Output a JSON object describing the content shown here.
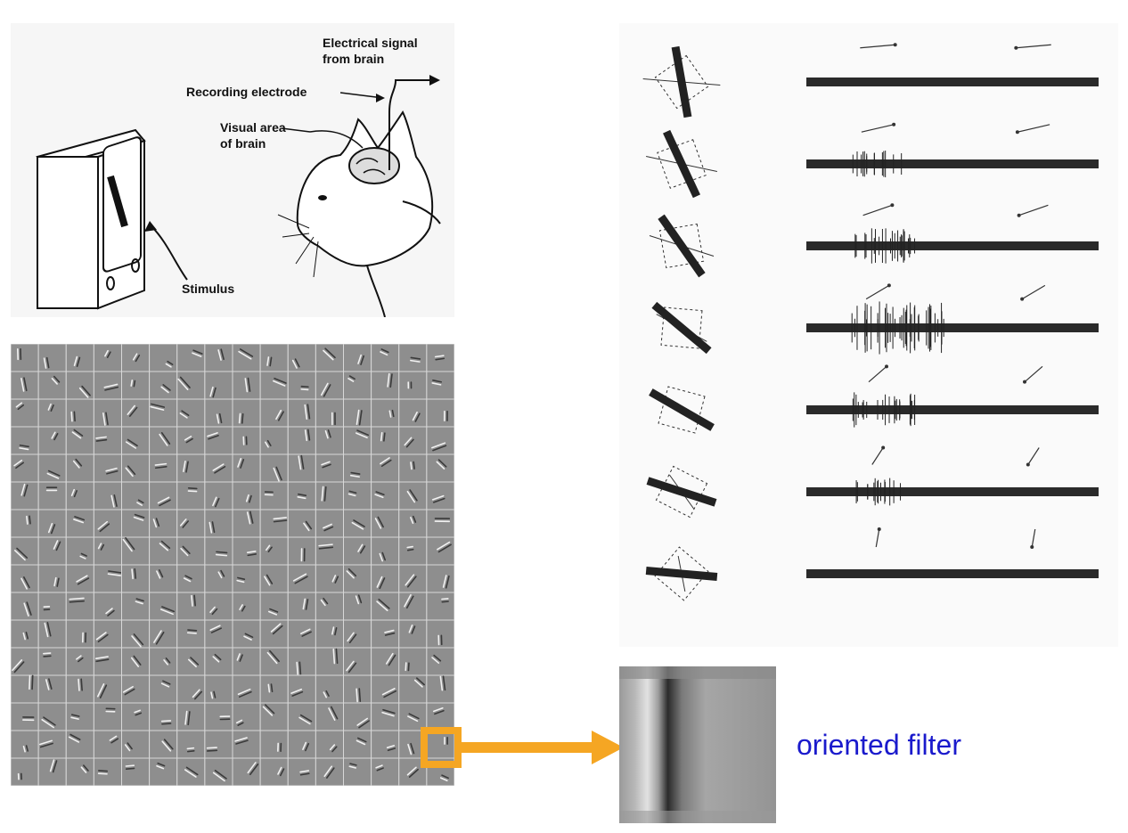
{
  "cat_diagram": {
    "label_signal_line1": "Electrical signal",
    "label_signal_line2": "from brain",
    "label_electrode": "Recording electrode",
    "label_visual_line1": "Visual area",
    "label_visual_line2": "of brain",
    "label_stimulus": "Stimulus"
  },
  "filter_grid": {
    "rows": 16,
    "cols": 16
  },
  "recordings": {
    "rows": [
      {
        "bar_angle_deg": 80,
        "response": 0.0
      },
      {
        "bar_angle_deg": 65,
        "response": 0.35
      },
      {
        "bar_angle_deg": 55,
        "response": 0.6
      },
      {
        "bar_angle_deg": 40,
        "response": 1.0
      },
      {
        "bar_angle_deg": 30,
        "response": 0.55
      },
      {
        "bar_angle_deg": 18,
        "response": 0.35
      },
      {
        "bar_angle_deg": 5,
        "response": 0.0
      }
    ]
  },
  "highlight": {
    "color": "#f5a623",
    "row": 14,
    "col": 15
  },
  "caption": {
    "text": "oriented filter",
    "color": "#1a1acc"
  }
}
